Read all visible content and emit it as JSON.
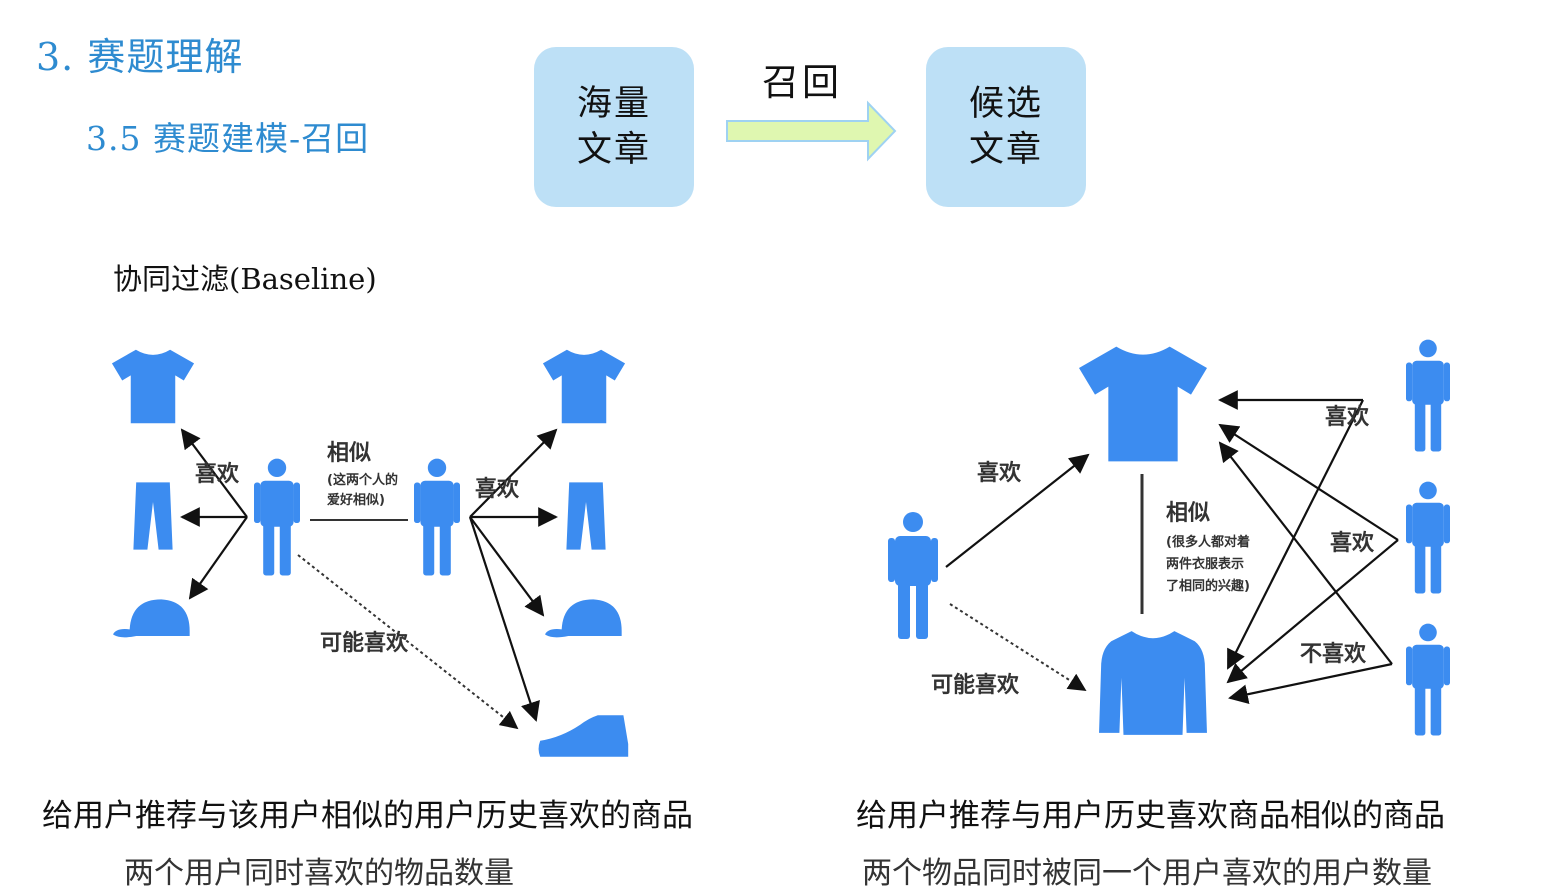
{
  "header": {
    "section_title": "3. 赛题理解",
    "subsection_title": "3.5 赛题建模-召回"
  },
  "flow": {
    "source_box": "海量文章",
    "arrow_label": "召回",
    "target_box": "候选文章",
    "arrow_color": "#dff7b0",
    "box_color": "#bde0f6"
  },
  "section_label": "协同过滤(Baseline)",
  "left_diagram": {
    "like_label_1": "喜欢",
    "like_label_2": "喜欢",
    "similar_label": "相似",
    "similar_note_1": "(这两个人的",
    "similar_note_2": "爱好相似)",
    "maybe_like_label": "可能喜欢",
    "caption": "给用户推荐与该用户相似的用户历史喜欢的商品",
    "subcaption": "两个用户同时喜欢的物品数量"
  },
  "right_diagram": {
    "like_label": "喜欢",
    "maybe_like_label": "可能喜欢",
    "similar_label": "相似",
    "similar_note_1": "(很多人都对着",
    "similar_note_2": "两件衣服表示",
    "similar_note_3": "了相同的兴趣)",
    "user1_label": "喜欢",
    "user2_label": "喜欢",
    "user3_label": "不喜欢",
    "caption": "给用户推荐与用户历史喜欢商品相似的商品",
    "subcaption": "两个物品同时被同一个用户喜欢的用户数量"
  },
  "icon_color": "#3c8cf0"
}
